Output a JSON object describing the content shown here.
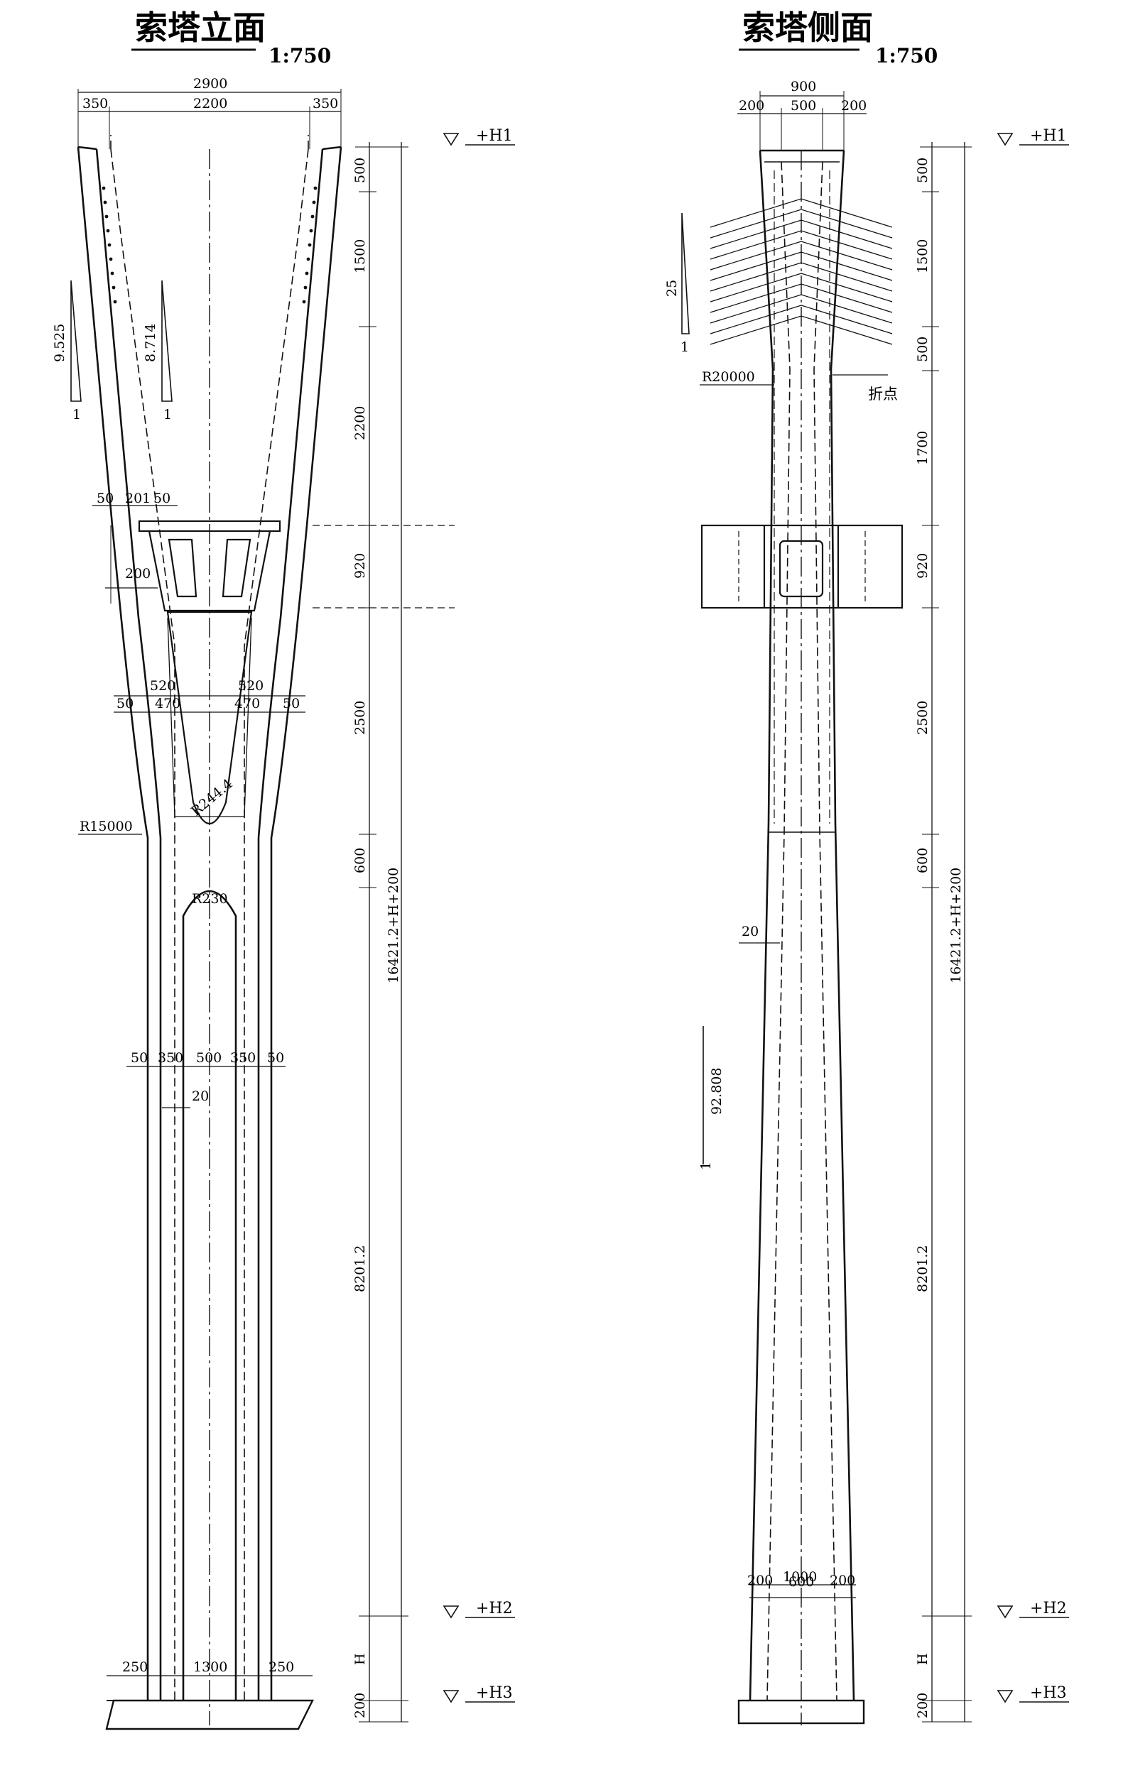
{
  "front_view": {
    "title": "索塔立面",
    "scale": "1:750",
    "dims": {
      "top_total": "2900",
      "top_left": "350",
      "top_mid": "2200",
      "top_right": "350",
      "slope_left": "9.525",
      "slope_mid": "8.714",
      "slope_one": "1",
      "beam_50a": "50",
      "beam_201": "201",
      "beam_50b": "50",
      "beam_200": "200",
      "w520_l": "520",
      "w470_l": "470",
      "w50_l": "50",
      "w520_r": "520",
      "w470_r": "470",
      "w50_r": "50",
      "r_large": "R15000",
      "r_inner": "R244.4",
      "r_arch": "R230",
      "low_50a": "50",
      "low_350a": "350",
      "low_500": "500",
      "low_350b": "350",
      "low_50b": "50",
      "wall": "20",
      "base_left": "250",
      "base_mid": "1300",
      "base_right": "250"
    },
    "vertical": {
      "v500": "500",
      "v1500": "1500",
      "v2200": "2200",
      "v920": "920",
      "v2500": "2500",
      "v600": "600",
      "v8201": "8201.2",
      "vH": "H",
      "v200": "200",
      "total": "16421.2+H+200"
    },
    "levels": {
      "h1": "+H1",
      "h2": "+H2",
      "h3": "+H3"
    }
  },
  "side_view": {
    "title": "索塔侧面",
    "scale": "1:750",
    "dims": {
      "top_total": "900",
      "top_left": "200",
      "top_mid": "500",
      "top_right": "200",
      "slope_top": "25",
      "slope_one": "1",
      "radius": "R20000",
      "break_point": "折点",
      "wall": "20",
      "slope_low": "92.808",
      "slope_low_one": "1",
      "base_total": "1000",
      "base_left": "200",
      "base_mid": "600",
      "base_right": "200"
    },
    "vertical": {
      "v500": "500",
      "v1500": "1500",
      "v500b": "500",
      "v1700": "1700",
      "v920": "920",
      "v2500": "2500",
      "v600": "600",
      "v8201": "8201.2",
      "vH": "H",
      "v200": "200",
      "total": "16421.2+H+200"
    },
    "levels": {
      "h1": "+H1",
      "h2": "+H2",
      "h3": "+H3"
    }
  }
}
